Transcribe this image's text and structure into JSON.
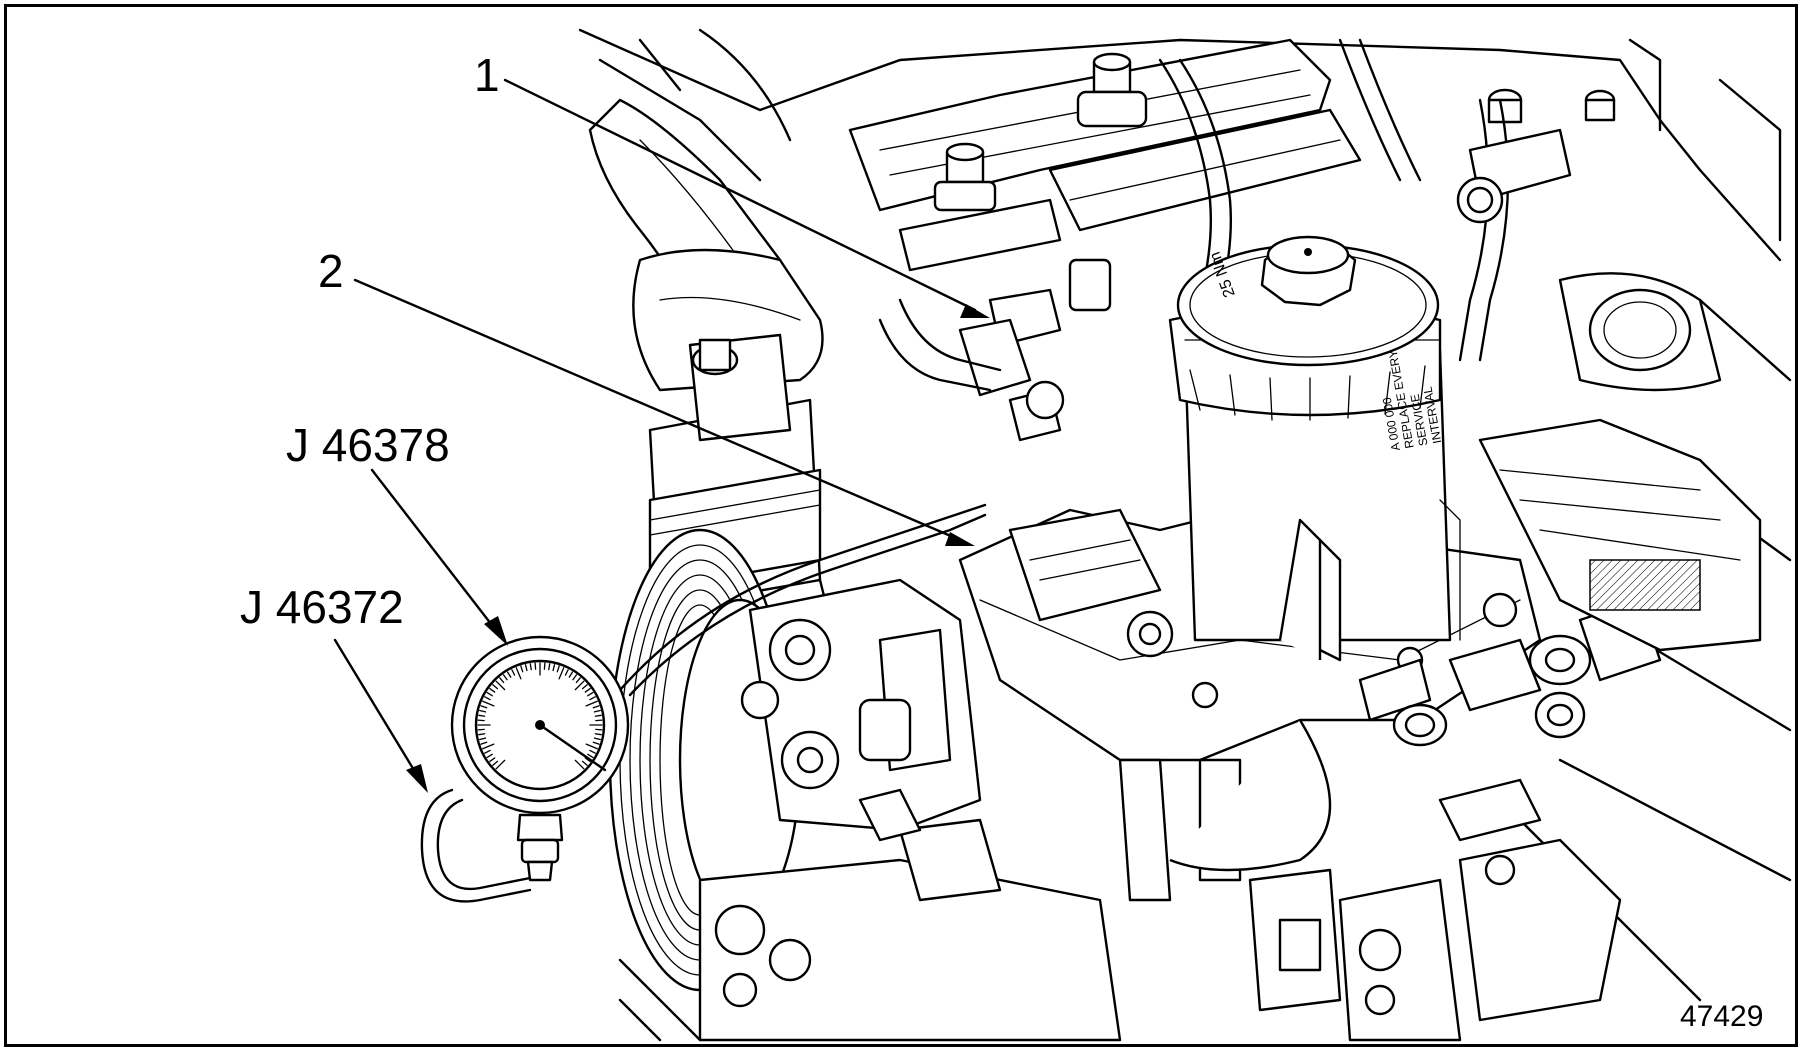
{
  "figure": {
    "number": "47429",
    "callouts": [
      {
        "id": "1",
        "text": "1"
      },
      {
        "id": "2",
        "text": "2"
      },
      {
        "id": "gauge",
        "text": "J 46378"
      },
      {
        "id": "hose",
        "text": "J 46372"
      }
    ],
    "filter_cap_marking": "25 Nm",
    "filter_body_marking": "A 000 000\nREPLACE EVERY\nSERVICE\nINTERVAL"
  }
}
